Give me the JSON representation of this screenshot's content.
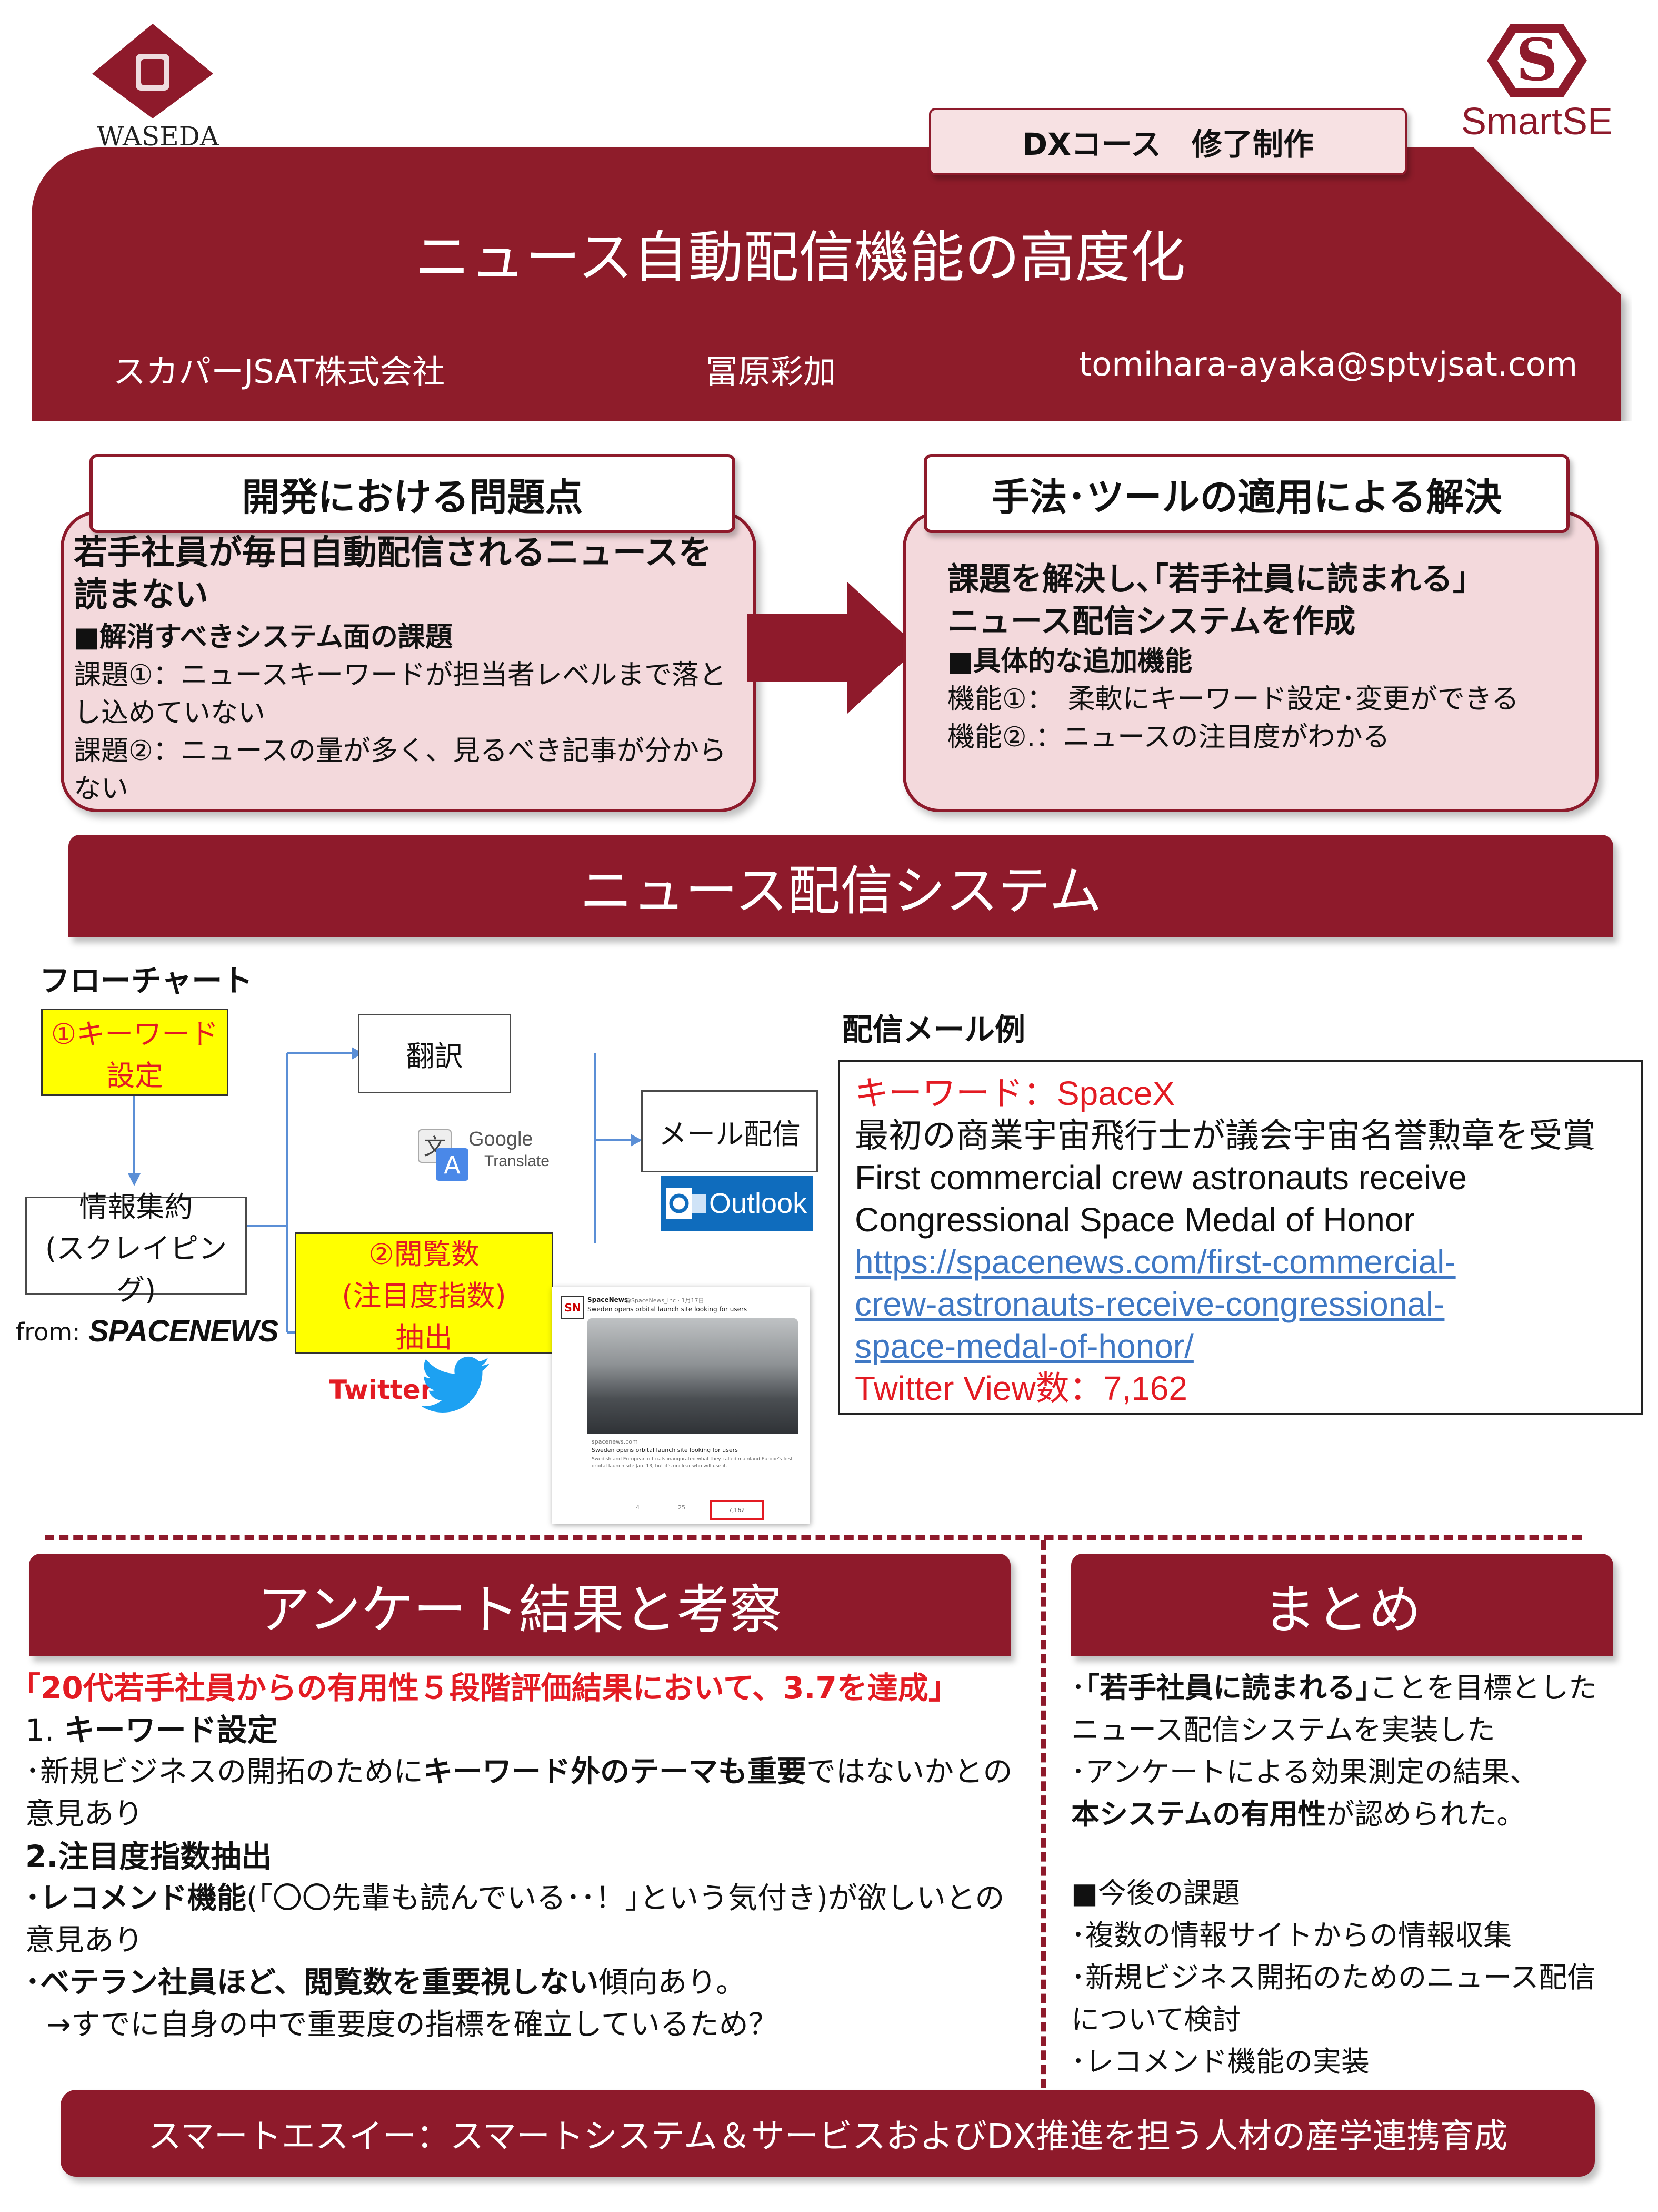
{
  "header": {
    "university": "WASEDA University",
    "smartse_logo": "SmartSE",
    "course_tag": "DXコース　修了制作",
    "title": "ニュース自動配信機能の高度化",
    "company": "スカパーJSAT株式会社",
    "author": "冨原彩加",
    "email": "tomihara-ayaka@sptvjsat.com"
  },
  "problem": {
    "heading": "開発における問題点",
    "lead": "若手社員が毎日自動配信されるニュースを読まない",
    "sub_heading": "■解消すべきシステム面の課題",
    "issue1": "課題①：ニュースキーワードが担当者レベルまで落とし込めていない",
    "issue2": "課題②：ニュースの量が多く、見るべき記事が分からない"
  },
  "solution": {
    "heading": "手法･ツールの適用による解決",
    "lead1": "課題を解決し､｢若手社員に読まれる｣",
    "lead2": "ニュース配信システムを作成",
    "sub_heading": "■具体的な追加機能",
    "feature1": "機能①：　柔軟にキーワード設定･変更ができる",
    "feature2": "機能②.：ニュースの注目度がわかる"
  },
  "system": {
    "banner": "ニュース配信システム",
    "flow_label": "フローチャート",
    "step_keyword_line1": "①キーワード",
    "step_keyword_line2": "設定",
    "step_translate": "翻訳",
    "step_mail": "メール配信",
    "step_collect_line1": "情報集約",
    "step_collect_line2": "(スクレイピング)",
    "step_views_line1": "②閲覧数",
    "step_views_line2": "(注目度指数)",
    "step_views_line3": "抽出",
    "google_line1": "Google",
    "google_line2": "Translate",
    "outlook": "Outlook",
    "from_label": "from:",
    "spacenews": "SPACENEWS",
    "twitter": "Twitter",
    "tweet": {
      "sender": "SpaceNews",
      "handle": "@SpaceNews_Inc · 1月17日",
      "headline": "Sweden opens orbital launch site looking for users",
      "domain": "spacenews.com",
      "card_title": "Sweden opens orbital launch site looking for users",
      "card_body": "Swedish and European officials inaugurated what they called mainland Europe's first orbital launch site Jan. 13, but it's unclear who will use it.",
      "stat1": "4",
      "stat2": "25",
      "views": "7,162"
    },
    "mail_label": "配信メール例",
    "mail": {
      "keyword": "キーワード：SpaceX",
      "title_ja": "最初の商業宇宙飛行士が議会宇宙名誉勲章を受賞",
      "title_en1": "First commercial crew astronauts receive",
      "title_en2": "Congressional Space Medal of Honor",
      "url1": "https://spacenews.com/first-commercial-",
      "url2": "crew-astronauts-receive-congressional-",
      "url3": "space-medal-of-honor/",
      "views": "Twitter View数：7,162"
    }
  },
  "survey": {
    "banner": "アンケート結果と考察",
    "highlight": "｢20代若手社員からの有用性５段階評価結果において、3.7を達成｣",
    "h1_num": "1. ",
    "h1": "キーワード設定",
    "p1_a": "･新規ビジネスの開拓のために",
    "p1_b": "キーワード外のテーマも重要",
    "p1_c": "ではないかとの",
    "p1_d": "意見あり",
    "h2": "2.注目度指数抽出",
    "p2_a": "･レコメンド機能",
    "p2_b": "(｢〇〇先輩も読んでいる･･！｣という気付き)が欲しいとの",
    "p2_c": "意見あり",
    "p3_a": "･ベテラン社員ほど、閲覧数を重要視しない",
    "p3_b": "傾向あり。",
    "p4": "→すでに自身の中で重要度の指標を確立しているため？"
  },
  "summary": {
    "banner": "まとめ",
    "l1_a": "･",
    "l1_b": "｢若手社員に読まれる｣",
    "l1_c": "ことを目標とした",
    "l2": "ニュース配信システムを実装した",
    "l3": "･アンケートによる効果測定の結果、",
    "l4_a": "本システムの有用性",
    "l4_b": "が認められた。",
    "future_heading": "■今後の課題",
    "f1": "･複数の情報サイトからの情報収集",
    "f2_a": "･新規ビジネス開拓のためのニュース配信",
    "f2_b": "について検討",
    "f3": "･レコメンド機能の実装"
  },
  "footer": "スマートエスイー：スマートシステム＆サービスおよびDX推進を担う人材の産学連携育成",
  "colors": {
    "brand": "#8e1a2b",
    "pink": "#f3d9dc",
    "accent_red": "#e31b23",
    "yellow": "#ffff00",
    "flow_blue": "#5b8fd6"
  }
}
